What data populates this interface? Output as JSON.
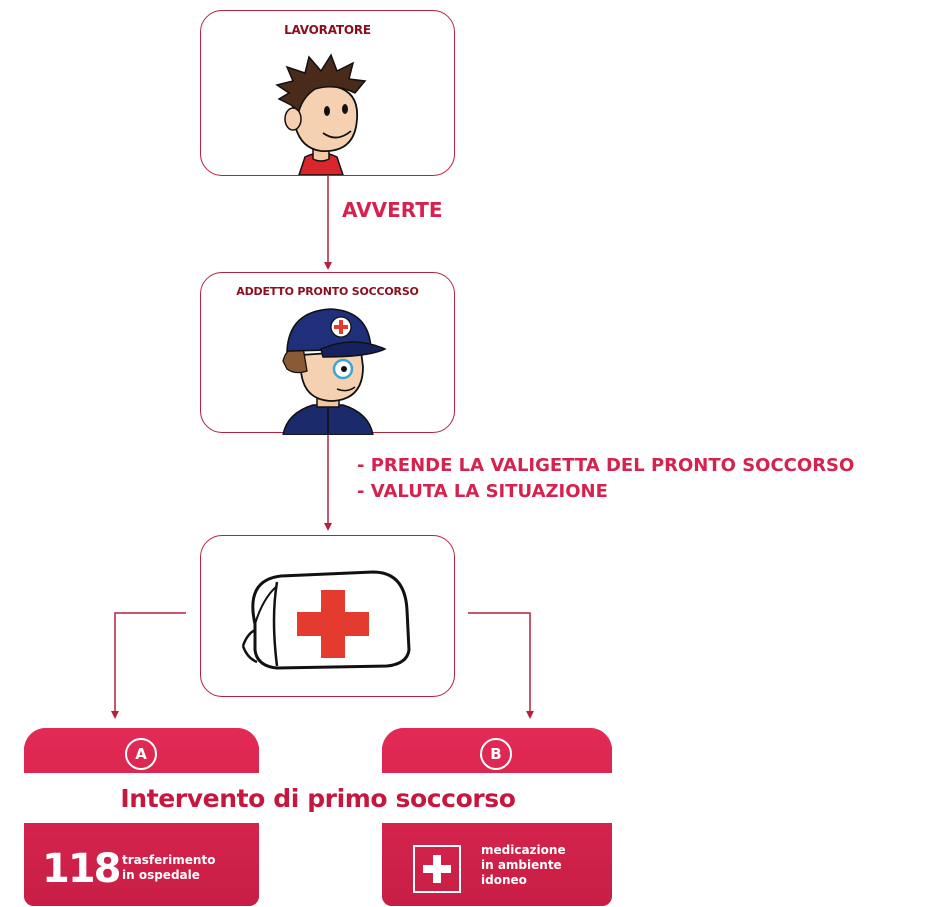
{
  "nodes": {
    "worker": {
      "title": "LAVORATORE"
    },
    "first_aider": {
      "title": "ADDETTO PRONTO SOCCORSO"
    }
  },
  "arrows": {
    "alerts": "AVVERTE",
    "actions": [
      "- PRENDE LA VALIGETTA DEL PRONTO SOCCORSO",
      "- VALUTA LA SITUAZIONE"
    ]
  },
  "cards": {
    "band_title": "Intervento di primo soccorso",
    "a": {
      "badge": "A",
      "number": "118",
      "description": [
        "trasferimento",
        "in ospedale"
      ]
    },
    "b": {
      "badge": "B",
      "description": [
        "medicazione",
        "in ambiente",
        "idoneo"
      ]
    }
  },
  "colors": {
    "accent": "#d21f4b",
    "border": "#b6223c",
    "title": "#8a0f1e",
    "cross": "#e53a2e"
  },
  "icons": [
    "worker-figure",
    "first-aider-figure",
    "first-aid-kit-icon",
    "plus-icon"
  ]
}
